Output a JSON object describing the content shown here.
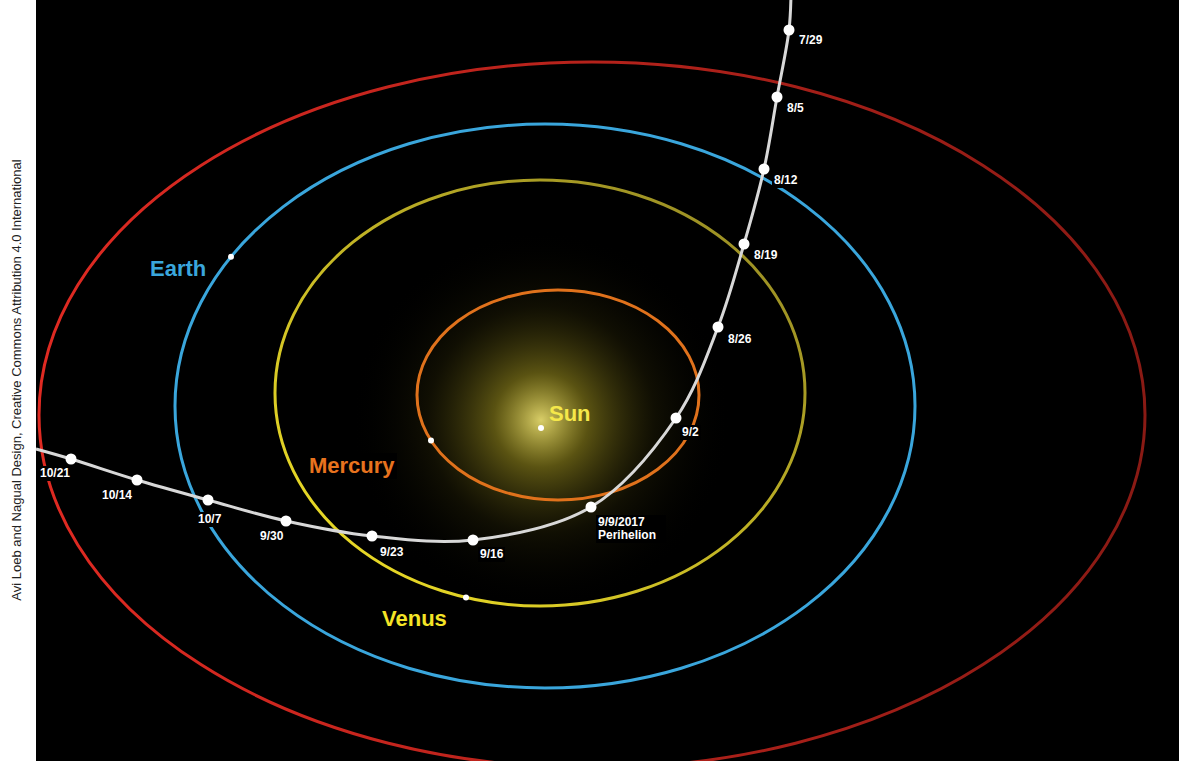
{
  "diagram": {
    "labels": [
      "7/29",
      "8/5",
      "8/12",
      "8/19",
      "8/26",
      "9/2",
      "Sun",
      "Earth",
      "Mercury",
      "10/21",
      "10/14",
      "10/7",
      "9/30",
      "9/23",
      "9/16",
      "9/9/2017 Perihelion",
      "Venus",
      "Avi Loeb and Nagual Design, Creative Commons Attribution 4.0 International"
    ]
  }
}
